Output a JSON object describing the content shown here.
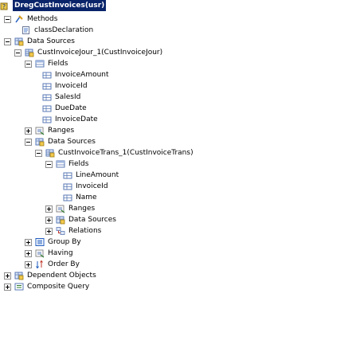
{
  "root": {
    "label": "DregCustInvoices(usr)"
  },
  "tree": {
    "methods": "Methods",
    "class_declaration": "classDeclaration",
    "data_sources": "Data Sources",
    "ds_invoice_jour": "CustInvoiceJour_1(CustInvoiceJour)",
    "fields": "Fields",
    "field_invoice_amount": "InvoiceAmount",
    "field_invoice_id": "InvoiceId",
    "field_sales_id": "SalesId",
    "field_due_date": "DueDate",
    "field_invoice_date": "InvoiceDate",
    "ranges": "Ranges",
    "data_sources_2": "Data Sources",
    "ds_invoice_trans": "CustInvoiceTrans_1(CustInvoiceTrans)",
    "fields_2": "Fields",
    "field_line_amount": "LineAmount",
    "field_invoice_id_2": "InvoiceId",
    "field_name": "Name",
    "ranges_2": "Ranges",
    "data_sources_3": "Data Sources",
    "relations": "Relations",
    "group_by": "Group By",
    "having": "Having",
    "order_by": "Order By",
    "dependent_objects": "Dependent Objects",
    "composite_query": "Composite Query"
  },
  "icons": {
    "query": "query-icon",
    "methods": "methods-icon",
    "method": "method-icon",
    "data_sources": "data-sources-icon",
    "table": "table-icon",
    "fields": "fields-icon",
    "field": "field-icon",
    "ranges": "ranges-icon",
    "relations": "relations-icon",
    "group_by": "group-by-icon",
    "having": "having-icon",
    "order_by": "order-by-icon",
    "dependent_objects": "dependent-objects-icon",
    "composite_query": "composite-query-icon"
  },
  "colors": {
    "selection": "#0a246a",
    "expander_border": "#8c8c8c"
  }
}
